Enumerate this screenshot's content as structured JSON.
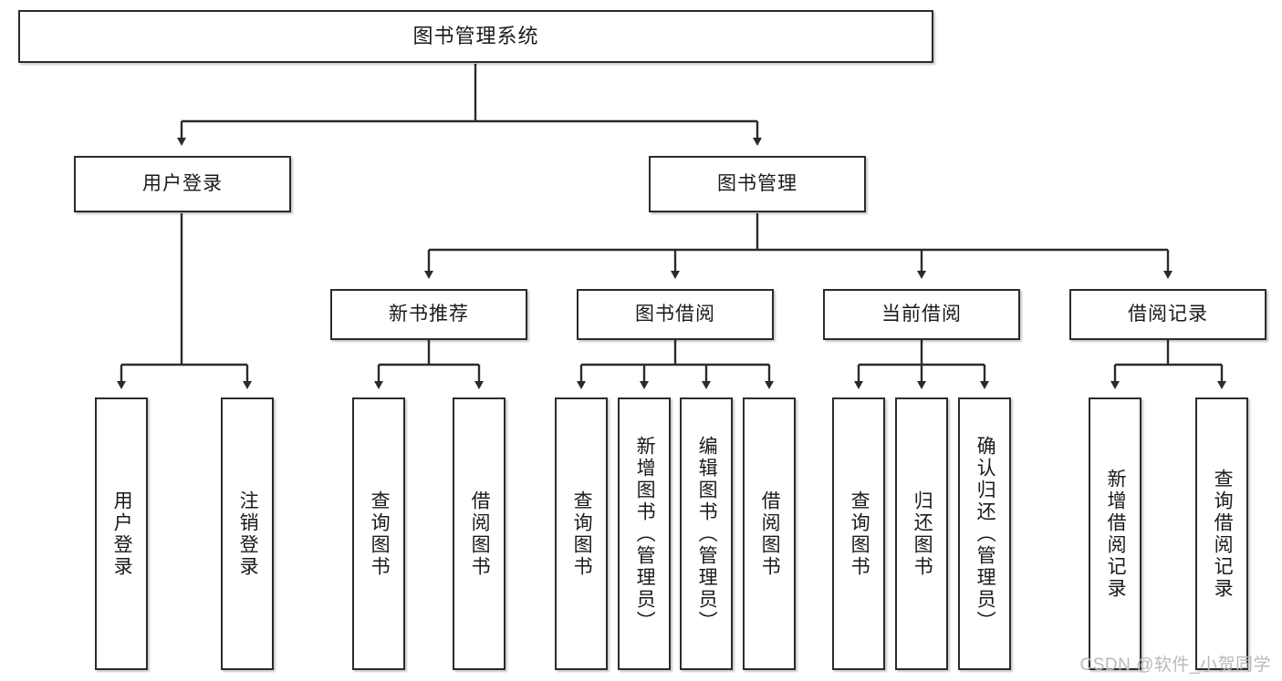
{
  "diagram": {
    "title": "图书管理系统",
    "type": "tree-hierarchy",
    "stroke_color": "#2b2b2b",
    "fill_color": "#ffffff",
    "text_color": "#1a1a1a"
  },
  "nodes": {
    "root": {
      "label": "图书管理系统"
    },
    "level2": [
      {
        "label": "用户登录"
      },
      {
        "label": "图书管理"
      }
    ],
    "level3": [
      {
        "label": "新书推荐"
      },
      {
        "label": "图书借阅"
      },
      {
        "label": "当前借阅"
      },
      {
        "label": "借阅记录"
      }
    ],
    "leaves": {
      "user_login": [
        {
          "label": "用户登录"
        },
        {
          "label": "注销登录"
        }
      ],
      "new_book": [
        {
          "label": "查询图书"
        },
        {
          "label": "借阅图书"
        }
      ],
      "book_borrow": [
        {
          "label": "查询图书"
        },
        {
          "label": "新增图书（管理员）"
        },
        {
          "label": "编辑图书（管理员）"
        },
        {
          "label": "借阅图书"
        }
      ],
      "current_borrow": [
        {
          "label": "查询图书"
        },
        {
          "label": "归还图书"
        },
        {
          "label": "确认归还（管理员）"
        }
      ],
      "borrow_record": [
        {
          "label": "新增借阅记录"
        },
        {
          "label": "查询借阅记录"
        }
      ]
    }
  },
  "watermark": {
    "text": "CSDN @软件_小贺同学"
  }
}
